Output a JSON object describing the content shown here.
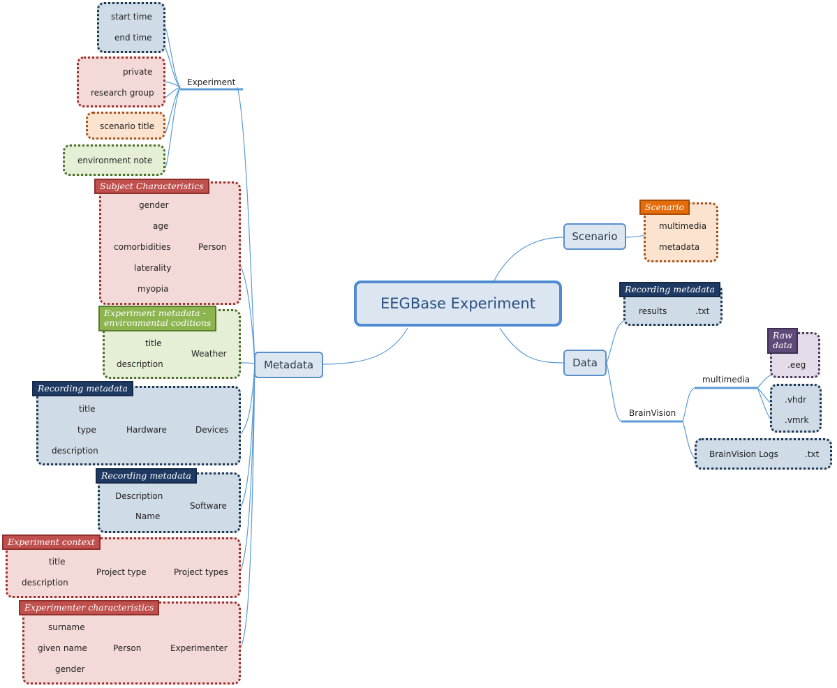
{
  "root": "EEGBase Experiment",
  "main": {
    "metadata": "Metadata",
    "scenario": "Scenario",
    "data": "Data"
  },
  "colors": {
    "blue_line": "#5b9bd5",
    "red_line": "#9b2d2a",
    "orange_line": "#e46c0a",
    "green_line": "#8cb44f"
  },
  "experiment": {
    "label": "Experiment",
    "start_time": "start time",
    "end_time": "end time",
    "private": "private",
    "research_group": "research group",
    "scenario_title": "scenario title",
    "environment_note": "environment note"
  },
  "subject": {
    "tag": "Subject Characteristics",
    "person": "Person",
    "gender": "gender",
    "age": "age",
    "comorbidities": "comorbidities",
    "laterality": "laterality",
    "myopia": "myopia"
  },
  "environment": {
    "tag_line1": "Experiment metadata -",
    "tag_line2": "environmental coditions",
    "weather": "Weather",
    "title": "title",
    "description": "description"
  },
  "devices": {
    "tag": "Recording metadata",
    "devices": "Devices",
    "hardware": "Hardware",
    "title": "title",
    "type": "type",
    "description": "description"
  },
  "software": {
    "tag": "Recording metadata",
    "software": "Software",
    "description": "Description",
    "name": "Name"
  },
  "context": {
    "tag": "Experiment context",
    "project_types": "Project types",
    "project_type": "Project type",
    "title": "title",
    "description": "description"
  },
  "experimenter": {
    "tag": "Experimenter characteristics",
    "experimenter": "Experimenter",
    "person": "Person",
    "surname": "surname",
    "given_name": "given name",
    "gender": "gender"
  },
  "scenario_group": {
    "tag": "Scenario",
    "multimedia": "multimedia",
    "metadata": "metadata"
  },
  "data_branch": {
    "results_tag": "Recording metadata",
    "results": "results",
    "results_txt": ".txt",
    "brainvision": "BrainVision",
    "multimedia": "multimedia",
    "raw_tag_line1": "Raw",
    "raw_tag_line2": "data",
    "eeg": ".eeg",
    "vhdr": ".vhdr",
    "vmrk": ".vmrk",
    "logs": "BrainVision Logs",
    "logs_txt": ".txt"
  }
}
